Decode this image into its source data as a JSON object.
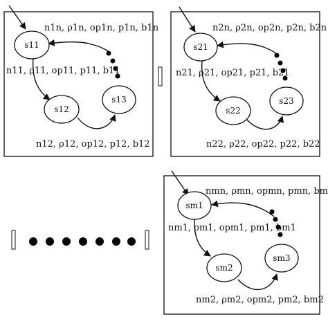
{
  "panels": [
    {
      "id": "p1",
      "states": {
        "a": "s11",
        "b": "s12",
        "c": "s13"
      },
      "labels": {
        "top": "n1n, ρ1n, op1n, p1n, b1n",
        "left": "n11, ρ11, op11, p11, b11",
        "bottom": "n12, ρ12, op12, p12, b12"
      }
    },
    {
      "id": "p2",
      "states": {
        "a": "s21",
        "b": "s22",
        "c": "s23"
      },
      "labels": {
        "top": "n2n, ρ2n, op2n, p2n, b2n",
        "left": "n21, ρ21, op21, p21, b21",
        "bottom": "n22, ρ22, op22, p22, b22"
      }
    },
    {
      "id": "pm",
      "states": {
        "a": "sm1",
        "b": "sm2",
        "c": "sm3"
      },
      "labels": {
        "top": "nmn, ρmn, opmn, pmn, bmn",
        "left": "nm1, ρm1, opm1, pm1, bm1",
        "bottom": "nm2, ρm2, opm2, pm2, bm2"
      }
    }
  ]
}
